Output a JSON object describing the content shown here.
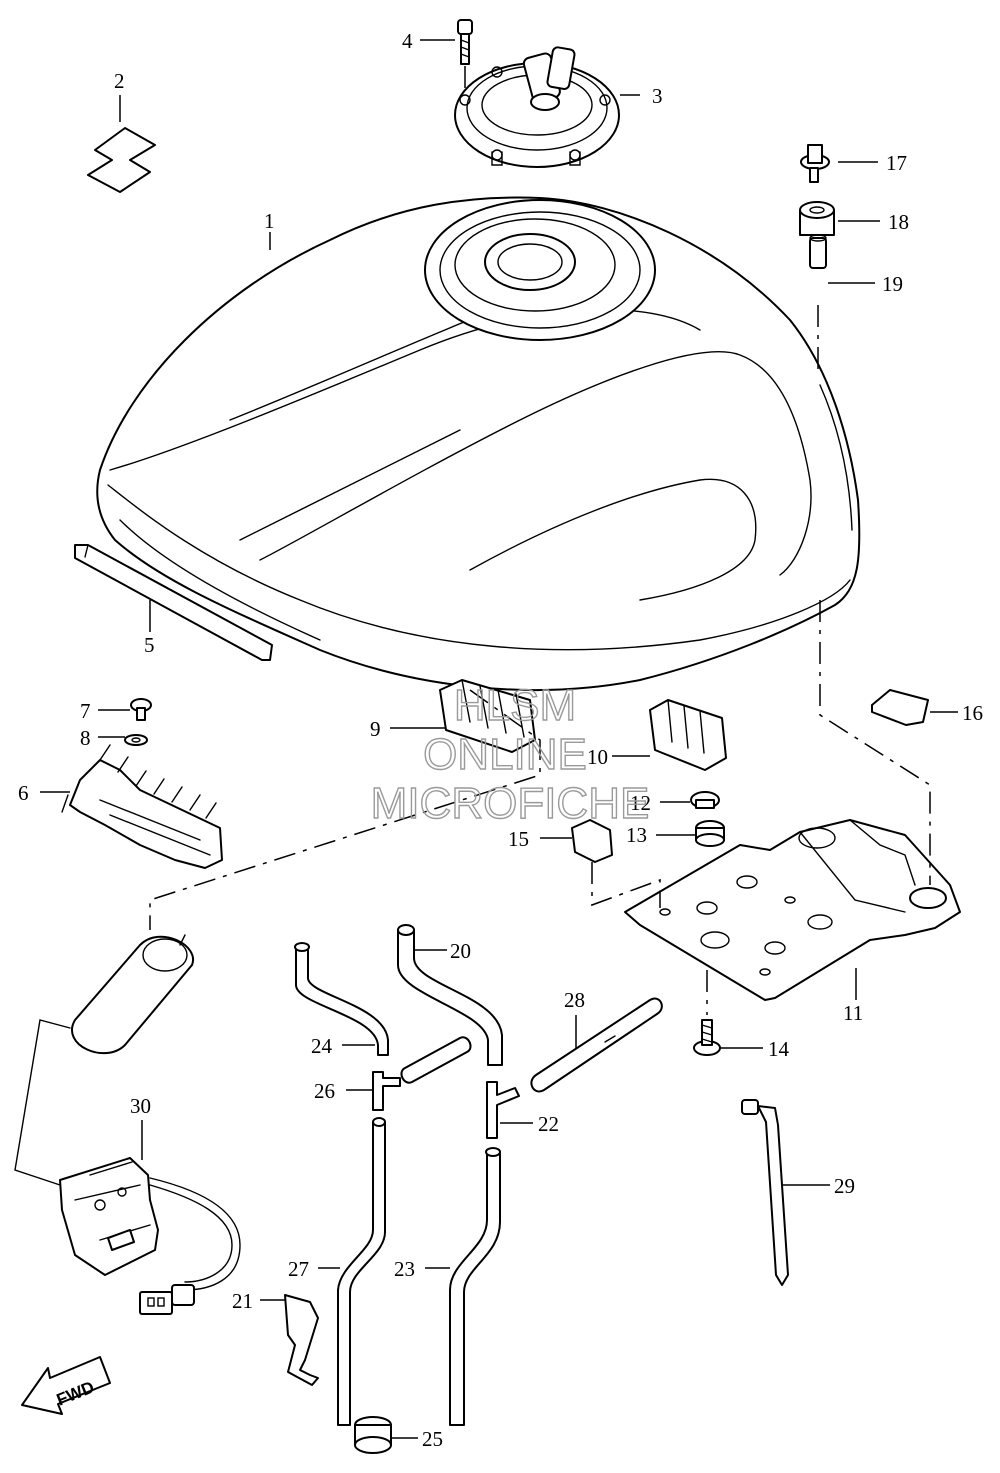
{
  "watermark": {
    "line1": "HLSM",
    "line2": "ONLINE",
    "line3": "MICROFICHE"
  },
  "direction_badge": "FWD",
  "callouts": {
    "c1": "1",
    "c2": "2",
    "c3": "3",
    "c4": "4",
    "c5": "5",
    "c6": "6",
    "c7": "7",
    "c8": "8",
    "c9": "9",
    "c10": "10",
    "c11": "11",
    "c12": "12",
    "c13": "13",
    "c14": "14",
    "c15": "15",
    "c16": "16",
    "c17": "17",
    "c18": "18",
    "c19": "19",
    "c20": "20",
    "c21": "21",
    "c22": "22",
    "c23": "23",
    "c24": "24",
    "c25": "25",
    "c26": "26",
    "c27": "27",
    "c28": "28",
    "c29": "29",
    "c30": "30"
  }
}
